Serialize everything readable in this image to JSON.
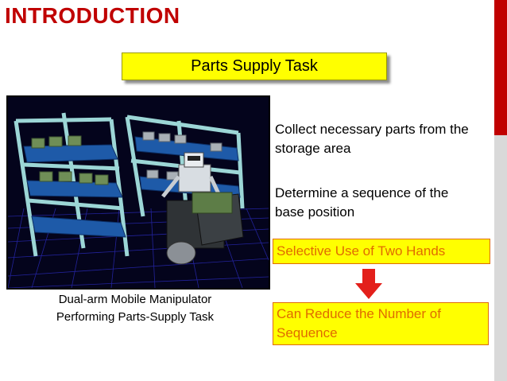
{
  "slide": {
    "title": "INTRODUCTION",
    "task_banner": "Parts Supply Task",
    "caption_line1": "Dual-arm Mobile Manipulator",
    "caption_line2": "Performing Parts-Supply Task",
    "point_1": "Collect necessary parts from the storage area",
    "point_2": "Determine a sequence of the base position",
    "highlight_1": "Selective Use of Two Hands",
    "highlight_2": "Can Reduce the Number of Sequence"
  },
  "colors": {
    "title": "#c00000",
    "banner_bg": "#ffff00",
    "highlight_text": "#e06b00",
    "arrow": "#e3201b",
    "sim_background": "#04041c",
    "shelf_frame": "#9cd6d6",
    "shelf_bins": "#1e5aa8",
    "parts": "#6f8e57"
  }
}
